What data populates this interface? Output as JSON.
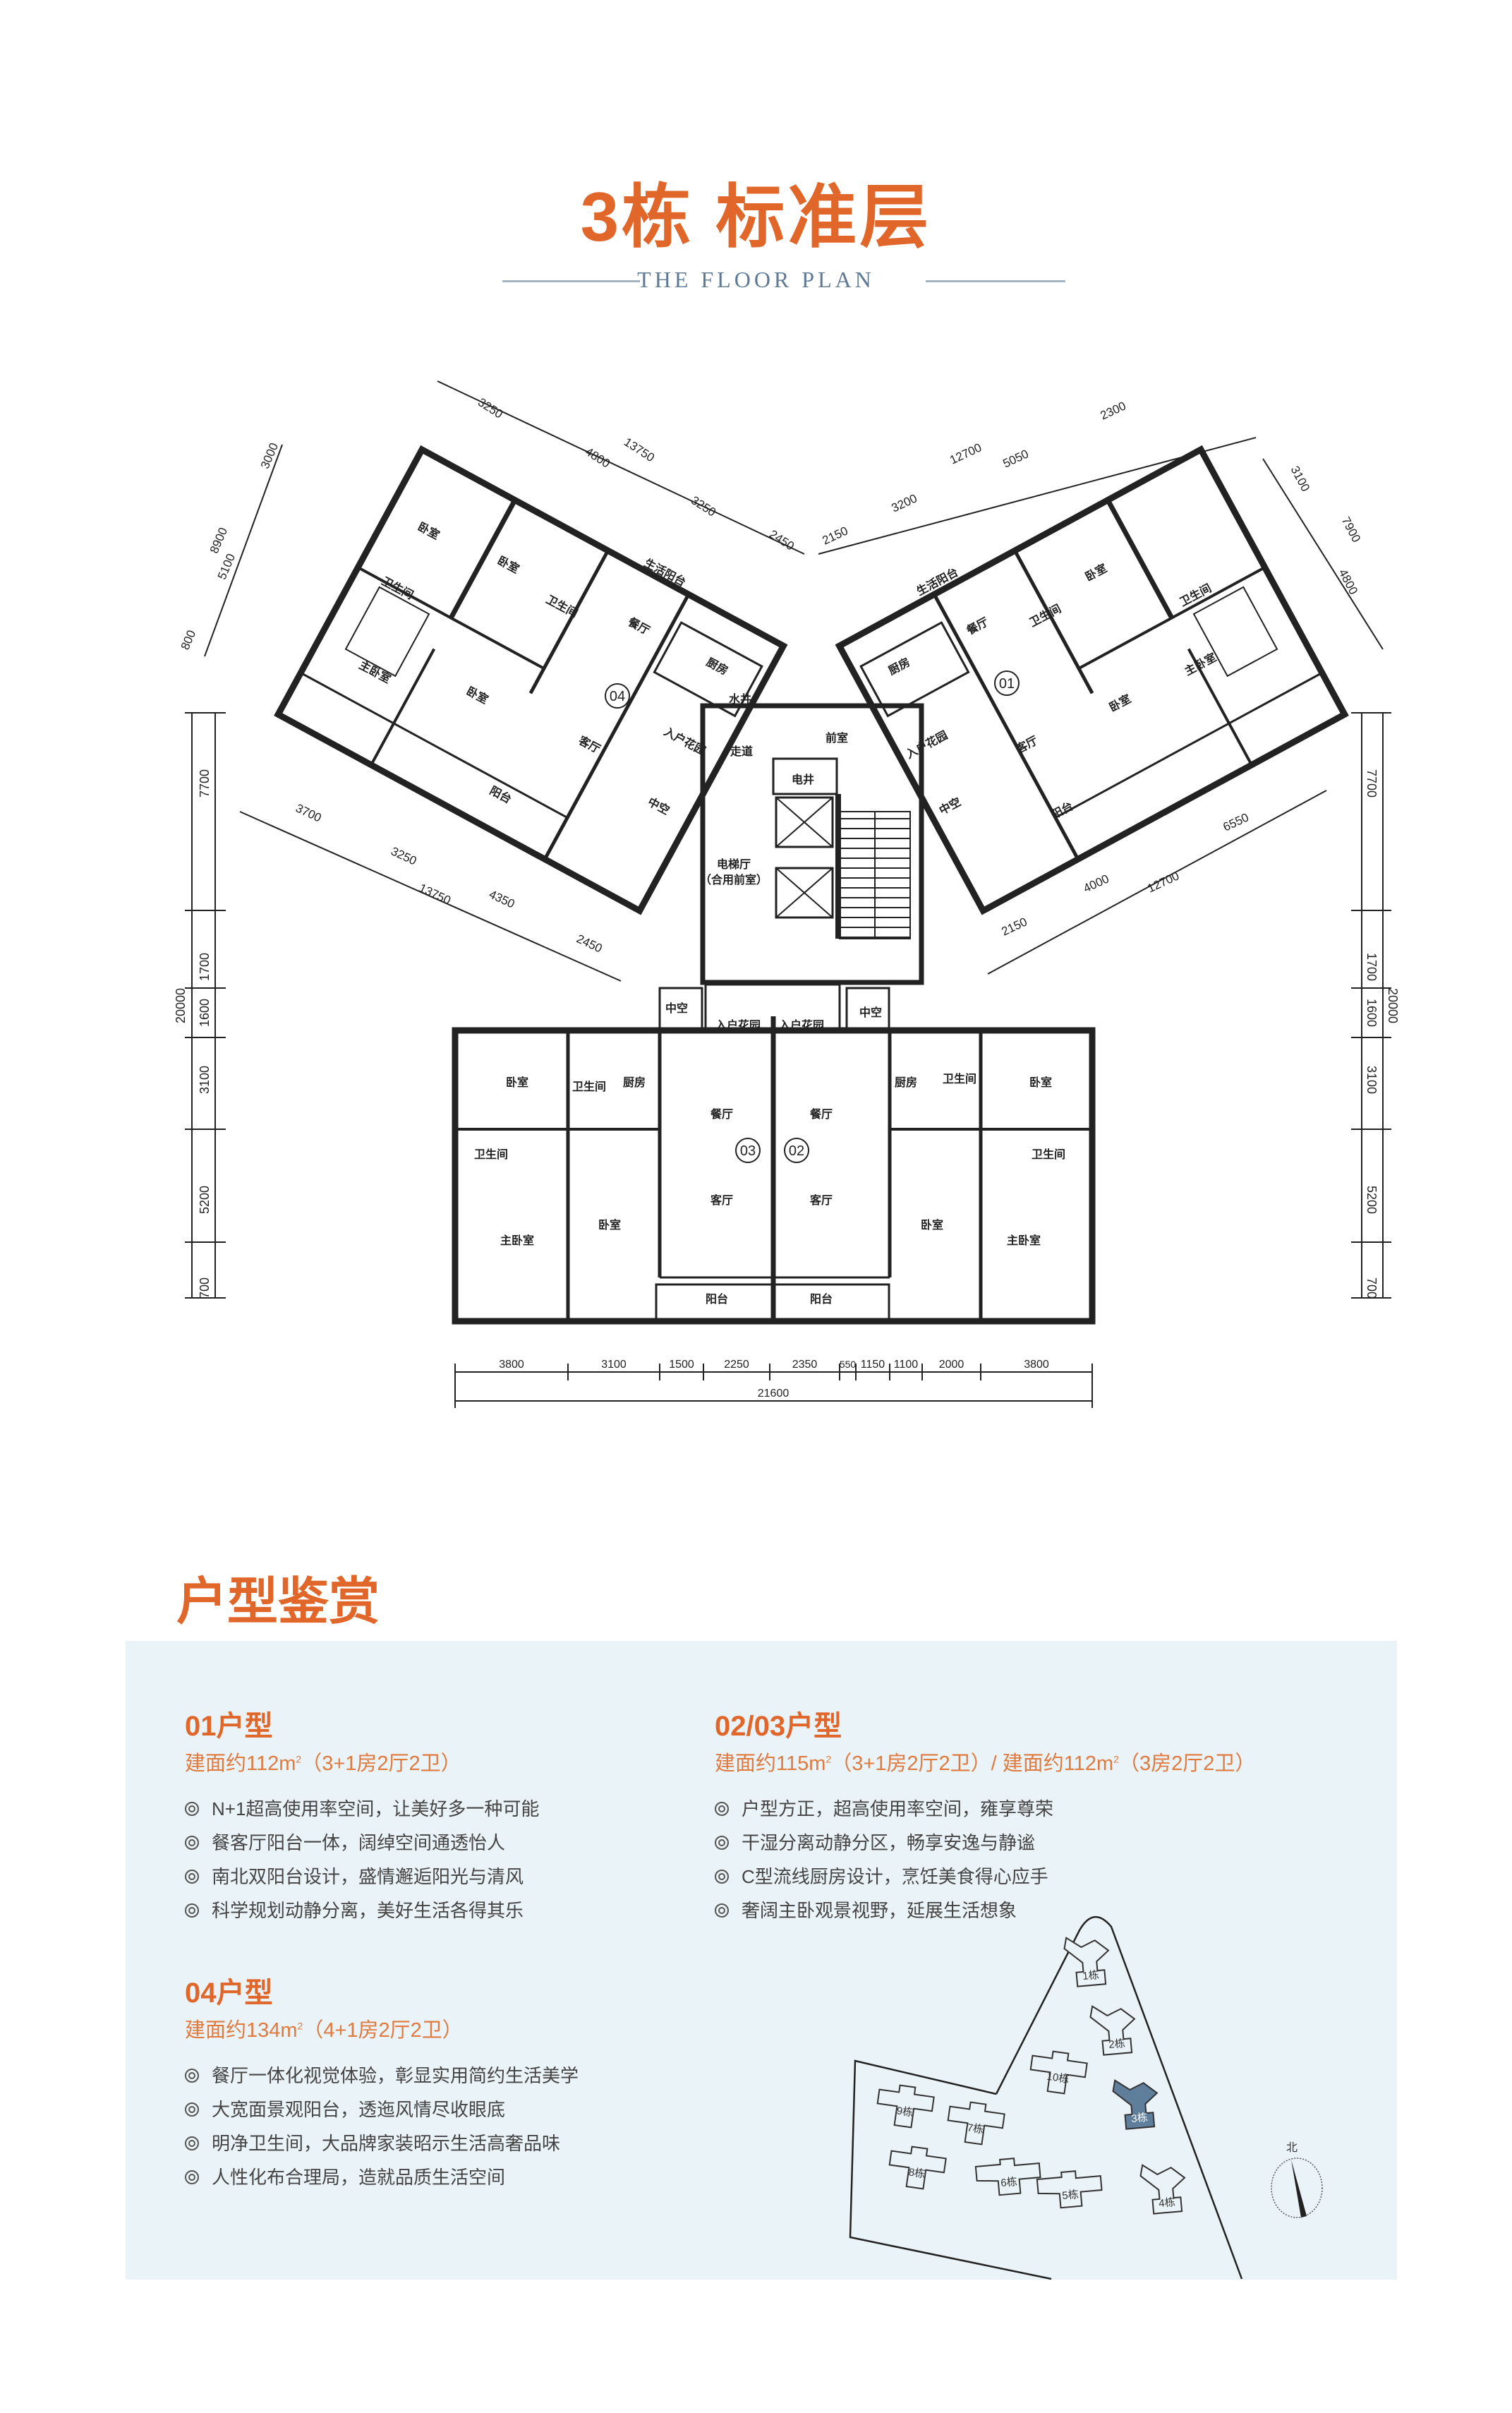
{
  "header": {
    "title": "3栋 标准层",
    "subtitle": "THE FLOOR PLAN"
  },
  "floor_plan": {
    "rooms": [
      "卧室",
      "卧室",
      "卫生间",
      "卫生间",
      "生活阳台",
      "餐厅",
      "厨房",
      "主卧室",
      "卧室",
      "客厅",
      "入户花园",
      "水井",
      "走道",
      "阳台",
      "中空",
      "生活阳台",
      "餐厅",
      "卫生间",
      "卧室",
      "卫生间",
      "厨房",
      "主卧室",
      "卧室",
      "客厅",
      "入户花园",
      "前室",
      "阳台",
      "中空",
      "电井",
      "电梯厅",
      "（合用前室）",
      "中空",
      "入户花园",
      "入户花园",
      "中空",
      "卧室",
      "卫生间",
      "厨房",
      "厨房",
      "卫生间",
      "卧室",
      "卫生间",
      "卫生间",
      "餐厅",
      "餐厅",
      "客厅",
      "客厅",
      "卧室",
      "卧室",
      "主卧室",
      "主卧室",
      "阳台",
      "阳台"
    ],
    "unit_markers": [
      "04",
      "01",
      "03",
      "02"
    ],
    "dims_left": [
      "20000",
      "7700",
      "1700",
      "1600",
      "3100",
      "5200",
      "700"
    ],
    "dims_right": [
      "20000",
      "7700",
      "1700",
      "1600",
      "3100",
      "5200",
      "700"
    ],
    "dims_bottom": [
      "3800",
      "3100",
      "1500",
      "2250",
      "2350",
      "550",
      "1150",
      "1100",
      "2000",
      "3800"
    ],
    "dims_bottom_total": "21600",
    "dims_diagonal": [
      "3250",
      "4800",
      "3250",
      "2450",
      "13750",
      "8900",
      "3000",
      "5100",
      "800",
      "3700",
      "3250",
      "13750",
      "4350",
      "2450",
      "12700",
      "5050",
      "3200",
      "2150",
      "2300",
      "3100",
      "7900",
      "4800",
      "6550",
      "4000",
      "12700",
      "2150"
    ]
  },
  "section": {
    "title": "户型鉴赏"
  },
  "units": [
    {
      "name": "01户型",
      "spec_prefix": "建面约112m",
      "spec_suffix": "（3+1房2厅2卫）",
      "features": [
        "N+1超高使用率空间，让美好多一种可能",
        "餐客厅阳台一体，阔绰空间通透怡人",
        "南北双阳台设计，盛情邂逅阳光与清风",
        "科学规划动静分离，美好生活各得其乐"
      ]
    },
    {
      "name": "02/03户型",
      "spec_prefix": "建面约115m",
      "spec_mid": "（3+1房2厅2卫）/ 建面约112m",
      "spec_suffix": "（3房2厅2卫）",
      "features": [
        "户型方正，超高使用率空间，雍享尊荣",
        "干湿分离动静分区，畅享安逸与静谧",
        "C型流线厨房设计，烹饪美食得心应手",
        "奢阔主卧观景视野，延展生活想象"
      ]
    },
    {
      "name": "04户型",
      "spec_prefix": "建面约134m",
      "spec_suffix": "（4+1房2厅2卫）",
      "features": [
        "餐厅一体化视觉体验，彰显实用简约生活美学",
        "大宽面景观阳台，透迤风情尽收眼底",
        "明净卫生间，大品牌家装昭示生活高奢品味",
        "人性化布合理局，造就品质生活空间"
      ]
    }
  ],
  "sup": "2",
  "site_map": {
    "buildings": [
      "1栋",
      "2栋",
      "10栋",
      "3栋",
      "9栋",
      "7栋",
      "8栋",
      "6栋",
      "5栋",
      "4栋"
    ],
    "highlight": "3栋",
    "north_label": "北"
  },
  "colors": {
    "accent": "#E0662A",
    "panel": "#EAF3F8",
    "highlight": "#5F7E9B",
    "rule": "#A3B3C0"
  }
}
